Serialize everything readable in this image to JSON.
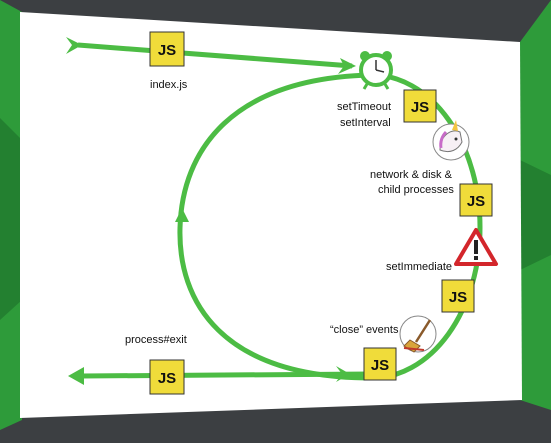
{
  "colors": {
    "background": "#3c3f42",
    "slide": "#ffffff",
    "green": "#4cbc44",
    "frame_green": "#2e9b3a",
    "js_yellow": "#f0dc3a"
  },
  "labels": {
    "index_js": "index.js",
    "set_timeout": "setTimeout",
    "set_interval": "setInterval",
    "network_1": "network & disk &",
    "network_2": "child processes",
    "set_immediate": "setImmediate",
    "close_events": "“close” events",
    "process_exit": "process#exit"
  },
  "js_badge": "JS",
  "icons": [
    "alarm-clock-icon",
    "unicorn-icon",
    "warning-sign-icon",
    "broom-icon"
  ]
}
